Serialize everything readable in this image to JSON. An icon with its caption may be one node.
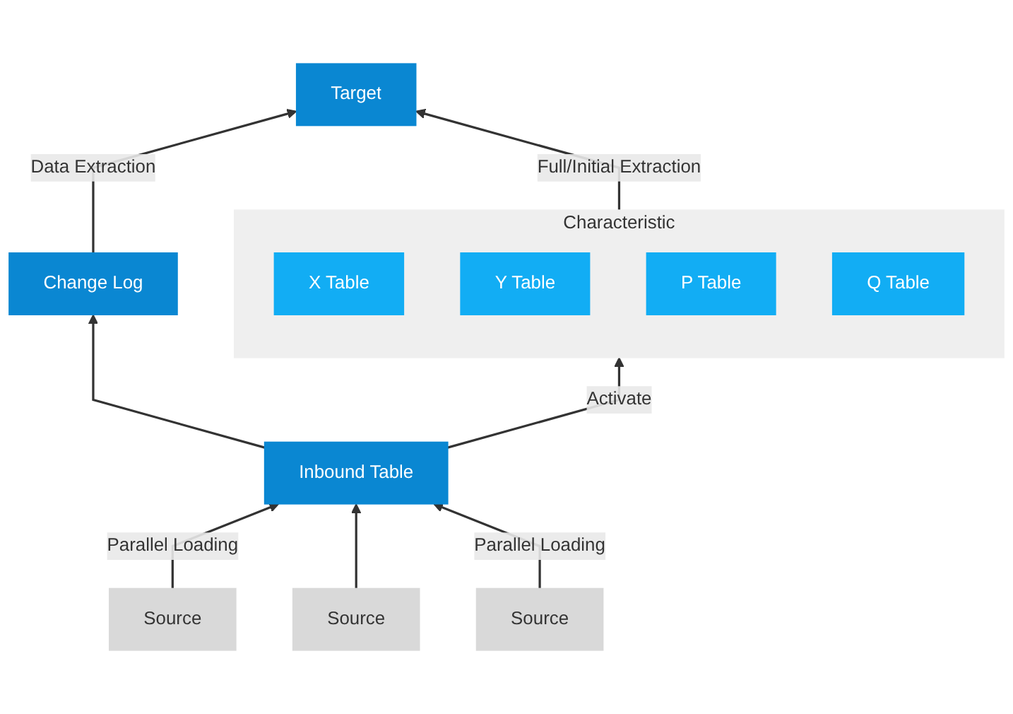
{
  "diagram": {
    "nodes": [
      {
        "text": [
          "Target"
        ]
      },
      {
        "text": [
          "Characteristic"
        ]
      },
      {
        "text": [
          "X Table"
        ],
        "in": 1
      },
      {
        "text": [
          "Y Table"
        ],
        "in": 1
      },
      {
        "text": [
          "P Table"
        ],
        "in": 1
      },
      {
        "text": [
          "Q Table"
        ],
        "in": 1
      },
      {
        "text": [
          "Change Log"
        ]
      },
      {
        "text": [
          "Inbound Table"
        ]
      },
      {
        "text": [
          "Source"
        ]
      },
      {
        "text": [
          "Source"
        ]
      },
      {
        "text": [
          "Source"
        ]
      }
    ],
    "edges": [
      {
        "from": 8,
        "to": 7,
        "arrow": "to",
        "label": "Parallel Loading"
      },
      {
        "from": 9,
        "to": 7,
        "arrow": "to"
      },
      {
        "from": 10,
        "to": 7,
        "arrow": "to",
        "label": "Parallel Loading"
      },
      {
        "from": 7,
        "to": 1,
        "arrow": "to",
        "label": "Activate"
      },
      {
        "from": 7,
        "to": 6,
        "arrow": "to"
      },
      {
        "from": 1,
        "to": 0,
        "arrow": "to",
        "label": "Full/Initial Extraction"
      },
      {
        "from": 6,
        "to": 0,
        "arrow": "to",
        "label": "Data Extraction"
      }
    ]
  }
}
